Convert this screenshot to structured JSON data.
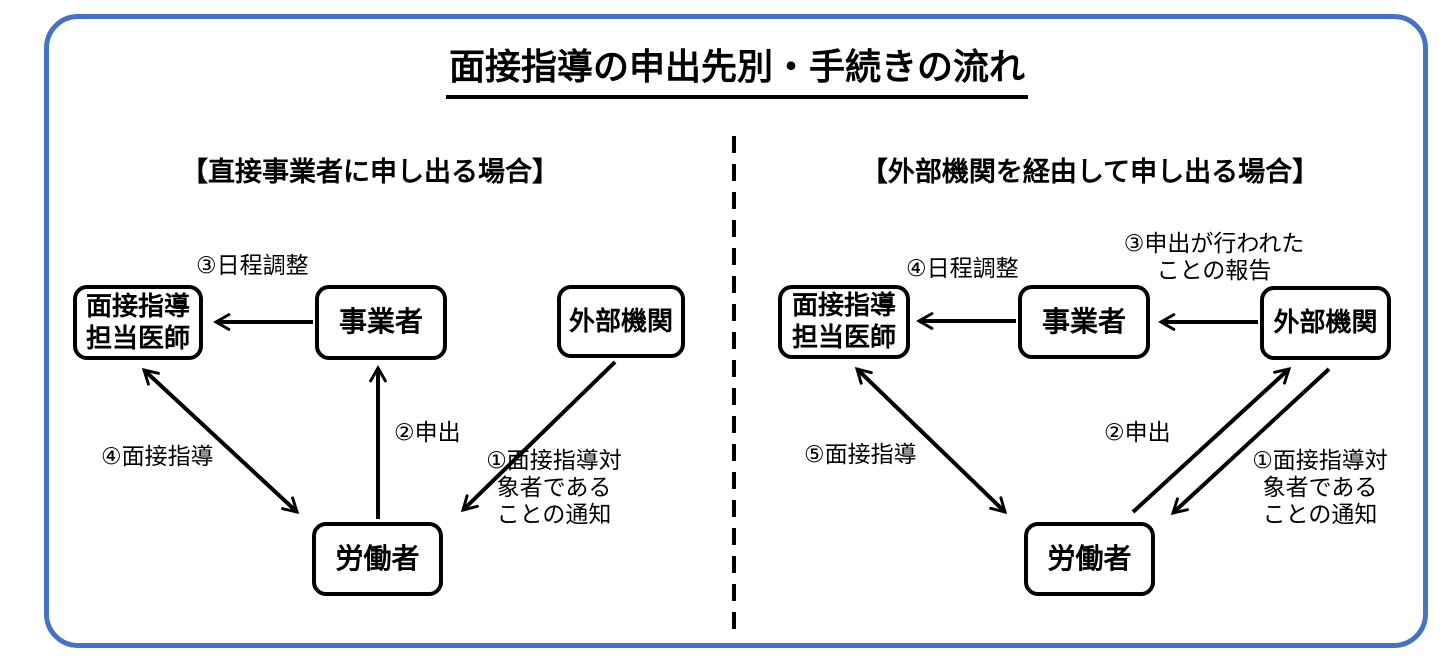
{
  "title": "面接指導の申出先別・手続きの流れ",
  "colors": {
    "frame_border": "#4472C4",
    "ink": "#000000"
  },
  "panels": {
    "left": {
      "header": "【直接事業者に申し出る場合】",
      "boxes": {
        "doctor": "面接指導\n担当医師",
        "employer": "事業者",
        "external": "外部機関",
        "worker": "労働者"
      },
      "labels": {
        "schedule": "③日程調整",
        "apply": "②申出",
        "interview": "④面接指導",
        "notice": "①面接指導対\n象者である\nことの通知"
      }
    },
    "right": {
      "header": "【外部機関を経由して申し出る場合】",
      "boxes": {
        "doctor": "面接指導\n担当医師",
        "employer": "事業者",
        "external": "外部機関",
        "worker": "労働者"
      },
      "labels": {
        "schedule": "④日程調整",
        "report": "③申出が行われた\nことの報告",
        "apply": "②申出",
        "interview": "⑤面接指導",
        "notice": "①面接指導対\n象者である\nことの通知"
      }
    }
  }
}
